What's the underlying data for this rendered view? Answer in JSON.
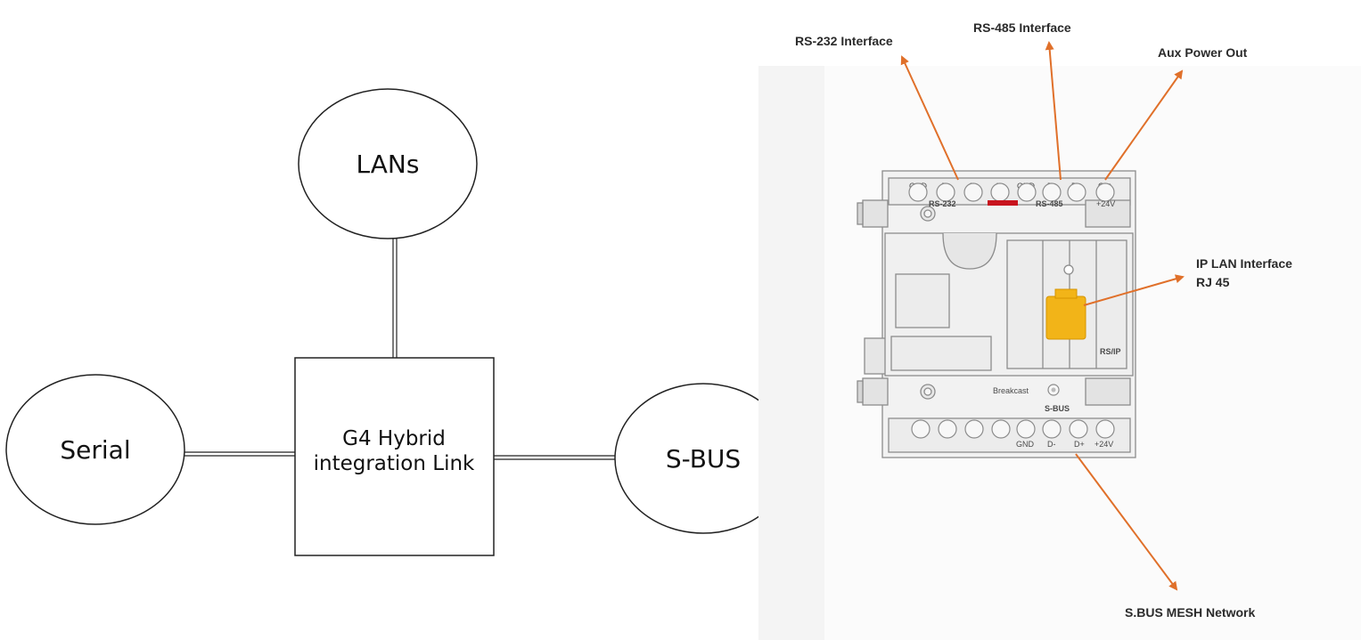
{
  "left_diagram": {
    "nodes": {
      "lans": "LANs",
      "serial": "Serial",
      "sbus": "S-BUS",
      "hub_line1": "G4 Hybrid",
      "hub_line2": "integration Link"
    }
  },
  "device_photo": {
    "callouts": {
      "rs232": "RS-232 Interface",
      "rs485": "RS-485 Interface",
      "aux_power": "Aux Power Out",
      "ip_lan_line1": "IP LAN Interface",
      "ip_lan_line2": "RJ 45",
      "sbus_mesh": "S.BUS MESH Network"
    },
    "top_terminals": {
      "gnd": "GND",
      "t": "T",
      "r": "R",
      "x": "X",
      "gnd2": "GND",
      "d_minus": "D-",
      "d_plus": "D+",
      "out": "Out",
      "group_rs232": "RS-232",
      "group_rs485": "RS-485",
      "plus24v": "+24V"
    },
    "bottom_terminals": {
      "breakcast": "Breakcast",
      "group_sbus": "S-BUS",
      "gnd": "GND",
      "d_minus": "D-",
      "d_plus": "D+",
      "plus24v": "+24V"
    },
    "rs_ip_label": "RS/IP",
    "colors": {
      "arrow": "#e0702a",
      "rj45": "#f2b418",
      "red_marker": "#c8141e"
    }
  }
}
